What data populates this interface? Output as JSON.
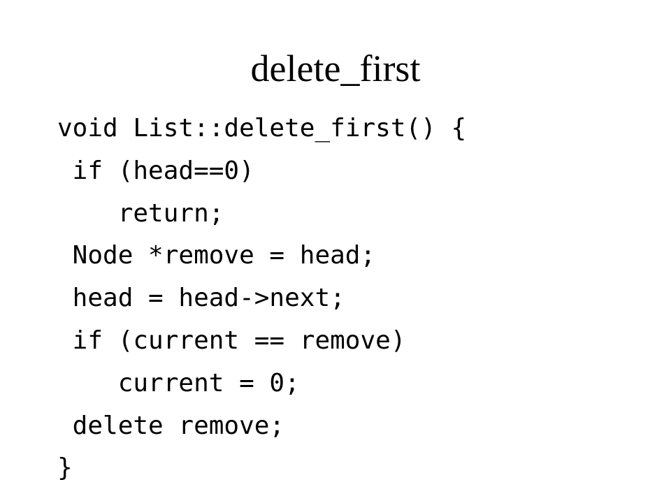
{
  "slide": {
    "title": "delete_first",
    "code_lines": [
      "void List::delete_first() {",
      " if (head==0)",
      "    return;",
      " Node *remove = head;",
      " head = head->next;",
      " if (current == remove)",
      "    current = 0;",
      " delete remove;",
      "}"
    ]
  },
  "colors": {
    "background": "#ffffff",
    "text": "#000000"
  }
}
